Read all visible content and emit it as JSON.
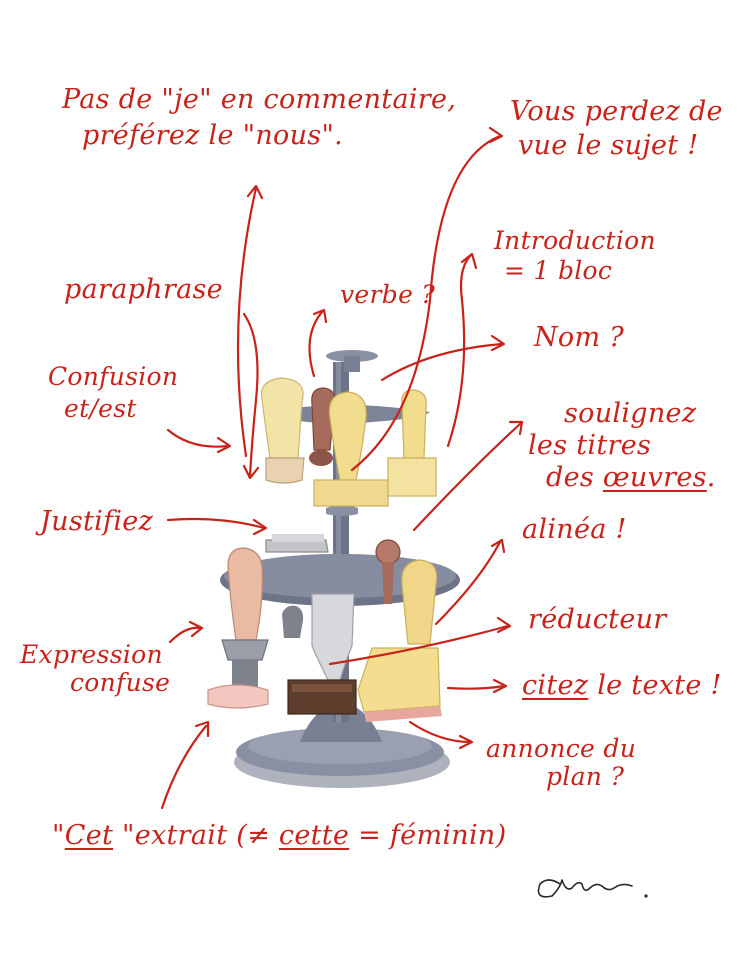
{
  "illustration": {
    "annotations": {
      "pas_de_je_line1": "Pas de \"je\" en commentaire,",
      "pas_de_je_line2": "préférez le \"nous\".",
      "vous_perdez_line1": "Vous perdez de",
      "vous_perdez_line2": "vue le sujet !",
      "introduction_line1": "Introduction",
      "introduction_line2": "= 1 bloc",
      "paraphrase": "paraphrase",
      "verbe": "verbe ?",
      "nom": "Nom ?",
      "confusion_line1": "Confusion",
      "confusion_line2": "et/est",
      "soulignez_line1": "soulignez",
      "soulignez_line2": "les titres",
      "soulignez_line3_a": "des ",
      "soulignez_line3_b": "œuvres",
      "soulignez_line3_c": ".",
      "justifiez": "Justifiez",
      "alinea": "alinéa !",
      "reducteur": "réducteur",
      "expression_line1": "Expression",
      "expression_line2": "confuse",
      "citez_a": "citez",
      "citez_b": " le texte !",
      "annonce_line1": "annonce du",
      "annonce_line2": "plan ?",
      "cet_a": "\"",
      "cet_b": "Cet",
      "cet_c": " \"extrait (≠ ",
      "cet_d": "cette",
      "cet_e": " = féminin)"
    },
    "colors": {
      "annotation_ink": "#c8231b",
      "stand_metal": "#7d8497",
      "stand_dark": "#5c6274",
      "stamp_wood_light": "#f2dc8e",
      "stamp_wood_pink": "#e8b9a2",
      "stamp_wood_brown": "#a56b5c"
    }
  }
}
